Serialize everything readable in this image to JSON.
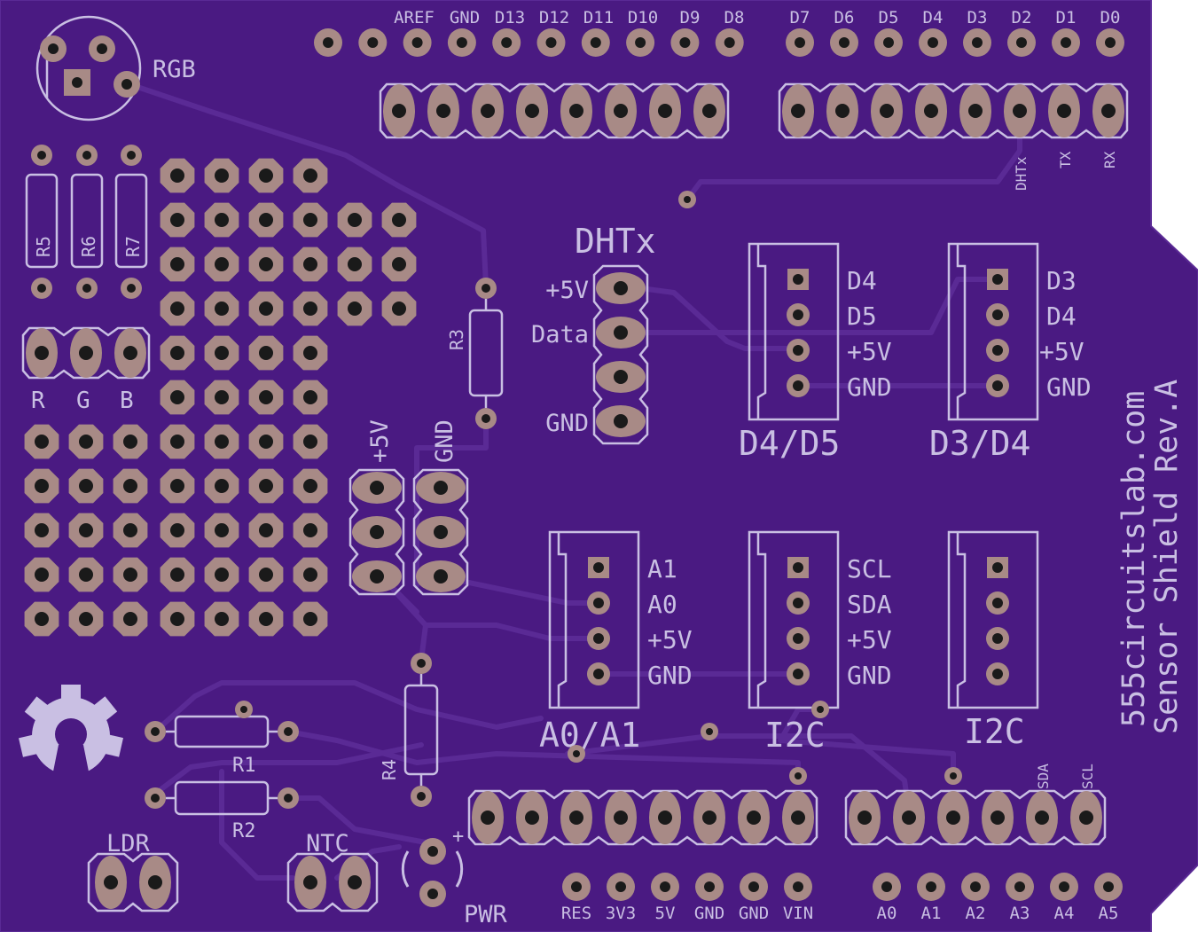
{
  "colors": {
    "board": "#4a1a82",
    "trace": "#5a2a95",
    "copper": "#a88a86",
    "drill": "#1a1a1a",
    "silkscreen": "#c9bfe3"
  },
  "board": {
    "brand": "555circuitslab.com",
    "product": "Sensor Shield Rev.A"
  },
  "labels": {
    "rgb": "RGB",
    "r": "R",
    "g": "G",
    "b": "B",
    "r5": "R5",
    "r6": "R6",
    "r7": "R7",
    "r3": "R3",
    "r4": "R4",
    "r1": "R1",
    "r2": "R2",
    "ldr": "LDR",
    "ntc": "NTC",
    "pwr": "PWR",
    "plus": "+",
    "dhtx": "DHTx",
    "dhtx_small": "DHTx",
    "tx": "TX",
    "rx": "RX",
    "plus5v_vert": "+5V",
    "gnd_vert": "GND",
    "sda_small": "SDA",
    "scl_small": "SCL"
  },
  "dht": {
    "pins": [
      "+5V",
      "Data",
      "",
      "GND"
    ]
  },
  "top_header_left": [
    "AREF",
    "GND",
    "D13",
    "D12",
    "D11",
    "D10",
    "D9",
    "D8"
  ],
  "top_header_right": [
    "D7",
    "D6",
    "D5",
    "D4",
    "D3",
    "D2",
    "D1",
    "D0"
  ],
  "bottom_power": [
    "RES",
    "3V3",
    "5V",
    "GND",
    "GND",
    "VIN"
  ],
  "bottom_analog": [
    "A0",
    "A1",
    "A2",
    "A3",
    "A4",
    "A5"
  ],
  "connectors": [
    {
      "title": "D4/D5",
      "pins": [
        "D4",
        "D5",
        "+5V",
        "GND"
      ]
    },
    {
      "title": "D3/D4",
      "pins": [
        "D3",
        "D4",
        "+5V",
        "GND"
      ]
    },
    {
      "title": "A0/A1",
      "pins": [
        "A1",
        "A0",
        "+5V",
        "GND"
      ]
    },
    {
      "title": "I2C",
      "pins": [
        "SCL",
        "SDA",
        "+5V",
        "GND"
      ]
    },
    {
      "title": "I2C",
      "pins": [
        "",
        "",
        "",
        ""
      ]
    }
  ]
}
